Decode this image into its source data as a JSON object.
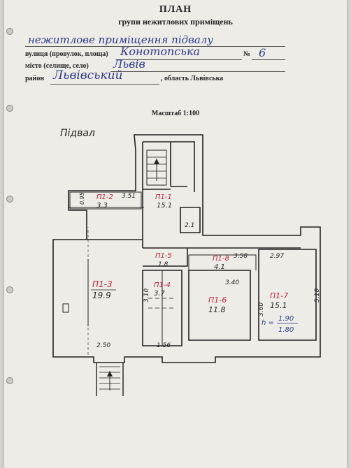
{
  "header": {
    "title": "ПЛАН",
    "subtitle": "групи нежитлових приміщень"
  },
  "fields": {
    "purpose_value": "нежитлове приміщення підвалу",
    "street_label": "вулиця (провулок, площа)",
    "street_value": "Конотопська",
    "number_label": "№",
    "number_value": "6",
    "city_label": "місто (селище, село)",
    "city_value": "Львів",
    "district_label": "район",
    "district_value": "Львівський",
    "region_label": ", область Львівська"
  },
  "scale": "Масштаб 1:100",
  "plan": {
    "heading": "Підвал",
    "rooms": [
      {
        "id": "П1-1",
        "area": "15.1"
      },
      {
        "id": "П1-2",
        "area": "3.3"
      },
      {
        "id": "П1-3",
        "area": "19.9"
      },
      {
        "id": "П1-4",
        "area": "3.7"
      },
      {
        "id": "П1-5",
        "area": "1.8"
      },
      {
        "id": "П1-6",
        "area": "11.8"
      },
      {
        "id": "П1-7",
        "area": "15.1"
      },
      {
        "id": "П1-8",
        "area": "4.1"
      }
    ],
    "dimensions": [
      "0.95",
      "3.51",
      "2.1",
      "3.58",
      "2.97",
      "3.10",
      "3.40",
      "3.60",
      "5.10",
      "2.50",
      "1.56"
    ],
    "height_label": "h =",
    "height_top": "1.90",
    "height_bottom": "1.80"
  }
}
